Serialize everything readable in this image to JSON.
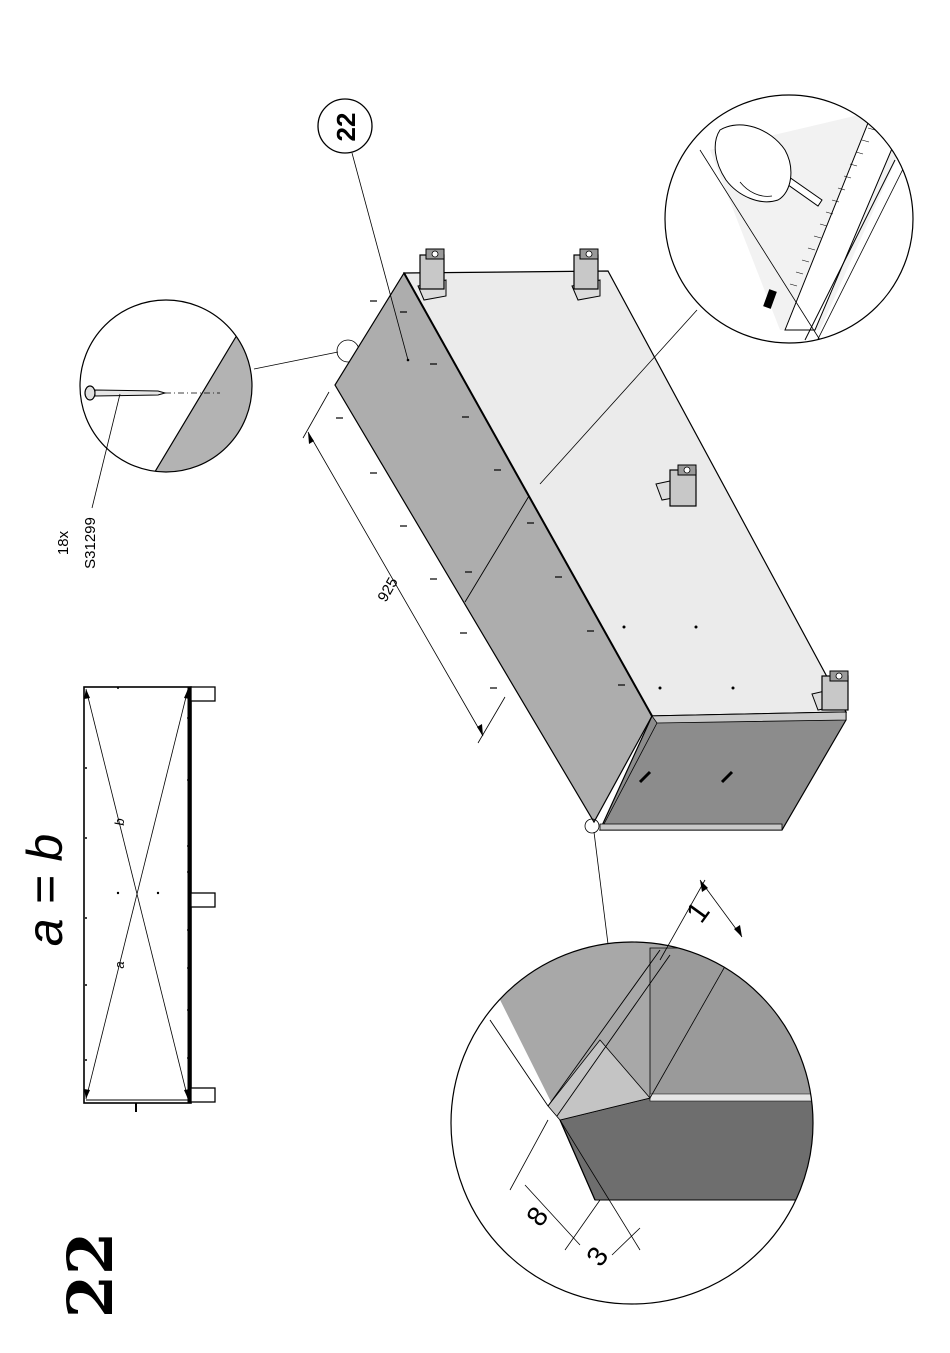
{
  "step": {
    "number": "22",
    "callout": "22"
  },
  "diagonal_check": {
    "formula": "a = b",
    "label_a": "a",
    "label_b": "b"
  },
  "nail": {
    "quantity": "18x",
    "part_code": "S31299"
  },
  "dimensions": {
    "panel_length": "925",
    "detail_1": "1",
    "detail_8": "8",
    "detail_3": "3"
  },
  "colors": {
    "back_panel": "#adadad",
    "top_panel": "#ebebeb",
    "end_panel": "#8c8c8c",
    "line": "#000000"
  },
  "icons": [
    "hand-pencil-icon",
    "nail-icon",
    "adjustable-foot-icon"
  ]
}
